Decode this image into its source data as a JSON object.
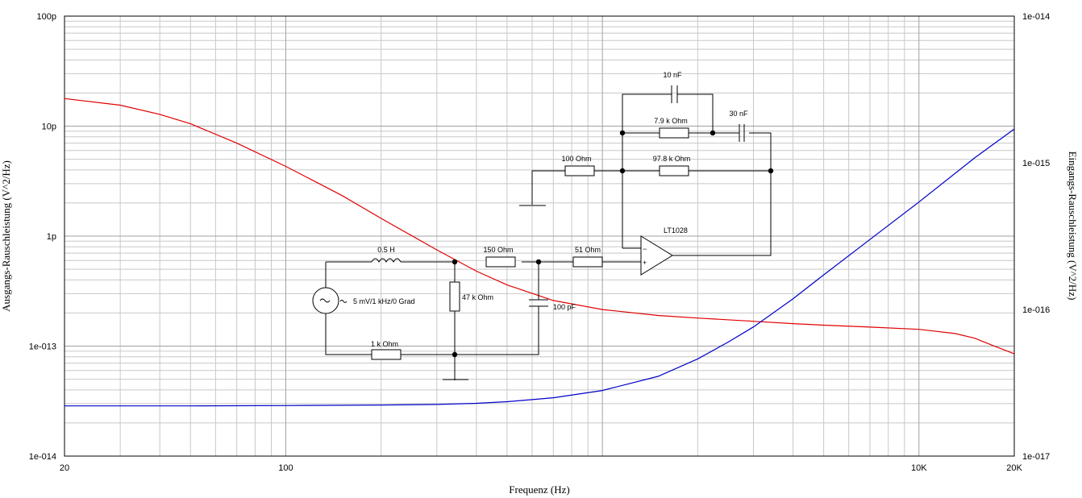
{
  "chart_data": {
    "type": "line",
    "title": "",
    "xlabel": "Frequenz (Hz)",
    "ylabel_left": "Ausgangs-Rauschleistung (V^2/Hz)",
    "ylabel_right": "Eingangs-Rauschleistung (V^2/Hz)",
    "x_scale": "log",
    "y_scale": "log",
    "xlim": [
      20,
      20000
    ],
    "ylim_left": [
      1e-14,
      1e-10
    ],
    "ylim_right": [
      1e-17,
      1e-14
    ],
    "x_tick_labels": [
      {
        "value": 20,
        "label": "20"
      },
      {
        "value": 100,
        "label": "100"
      },
      {
        "value": 10000,
        "label": "10K"
      },
      {
        "value": 20000,
        "label": "20K"
      }
    ],
    "y_left_tick_labels": [
      {
        "value": 1e-10,
        "label": "100p"
      },
      {
        "value": 1e-11,
        "label": "10p"
      },
      {
        "value": 1e-12,
        "label": "1p"
      },
      {
        "value": 1e-13,
        "label": "1e-013"
      },
      {
        "value": 1e-14,
        "label": "1e-014"
      }
    ],
    "y_right_tick_labels": [
      {
        "value": 1e-14,
        "label": "1e-014"
      },
      {
        "value": 1e-15,
        "label": "1e-015"
      },
      {
        "value": 1e-16,
        "label": "1e-016"
      },
      {
        "value": 1e-17,
        "label": "1e-017"
      }
    ],
    "grid": true,
    "series": [
      {
        "axis": "left",
        "color": "#e00000",
        "x": [
          20,
          30,
          40,
          50,
          70,
          100,
          150,
          200,
          300,
          400,
          500,
          700,
          1000,
          1500,
          2000,
          3000,
          4000,
          5000,
          7000,
          10000,
          13000,
          15000,
          17000,
          20000
        ],
        "y": [
          1.78e-11,
          1.55e-11,
          1.28e-11,
          1.05e-11,
          7e-12,
          4.3e-12,
          2.35e-12,
          1.45e-12,
          7.5e-13,
          4.8e-13,
          3.6e-13,
          2.6e-13,
          2.15e-13,
          1.9e-13,
          1.8e-13,
          1.68e-13,
          1.6e-13,
          1.55e-13,
          1.49e-13,
          1.42e-13,
          1.3e-13,
          1.18e-13,
          1.02e-13,
          8.5e-14
        ]
      },
      {
        "axis": "right",
        "color": "#0000c8",
        "x": [
          20,
          50,
          100,
          200,
          300,
          400,
          500,
          700,
          1000,
          1500,
          2000,
          2500,
          3000,
          4000,
          5000,
          7000,
          10000,
          15000,
          20000
        ],
        "y": [
          2.2e-17,
          2.2e-17,
          2.21e-17,
          2.23e-17,
          2.25e-17,
          2.29e-17,
          2.35e-17,
          2.5e-17,
          2.8e-17,
          3.5e-17,
          4.6e-17,
          6e-17,
          7.6e-17,
          1.18e-16,
          1.72e-16,
          3e-16,
          5.4e-16,
          1.08e-15,
          1.7e-15
        ]
      }
    ]
  },
  "circuit": {
    "labels": {
      "inductor": "0.5 H",
      "source": "5 mV/1 kHz/0 Grad",
      "r_47k": "47 k Ohm",
      "r_1k": "1 k Ohm",
      "r_150": "150  Ohm",
      "c_100p": "100 pF",
      "r_51": "51  Ohm",
      "opamp": "LT1028",
      "r_100": "100  Ohm",
      "r_97_8k": "97.8 k Ohm",
      "r_7_9k": "7.9 k  Ohm",
      "c_10n": "10 nF",
      "c_30n": "30 nF",
      "minus_sign": "−",
      "plus_sign": "+"
    }
  }
}
